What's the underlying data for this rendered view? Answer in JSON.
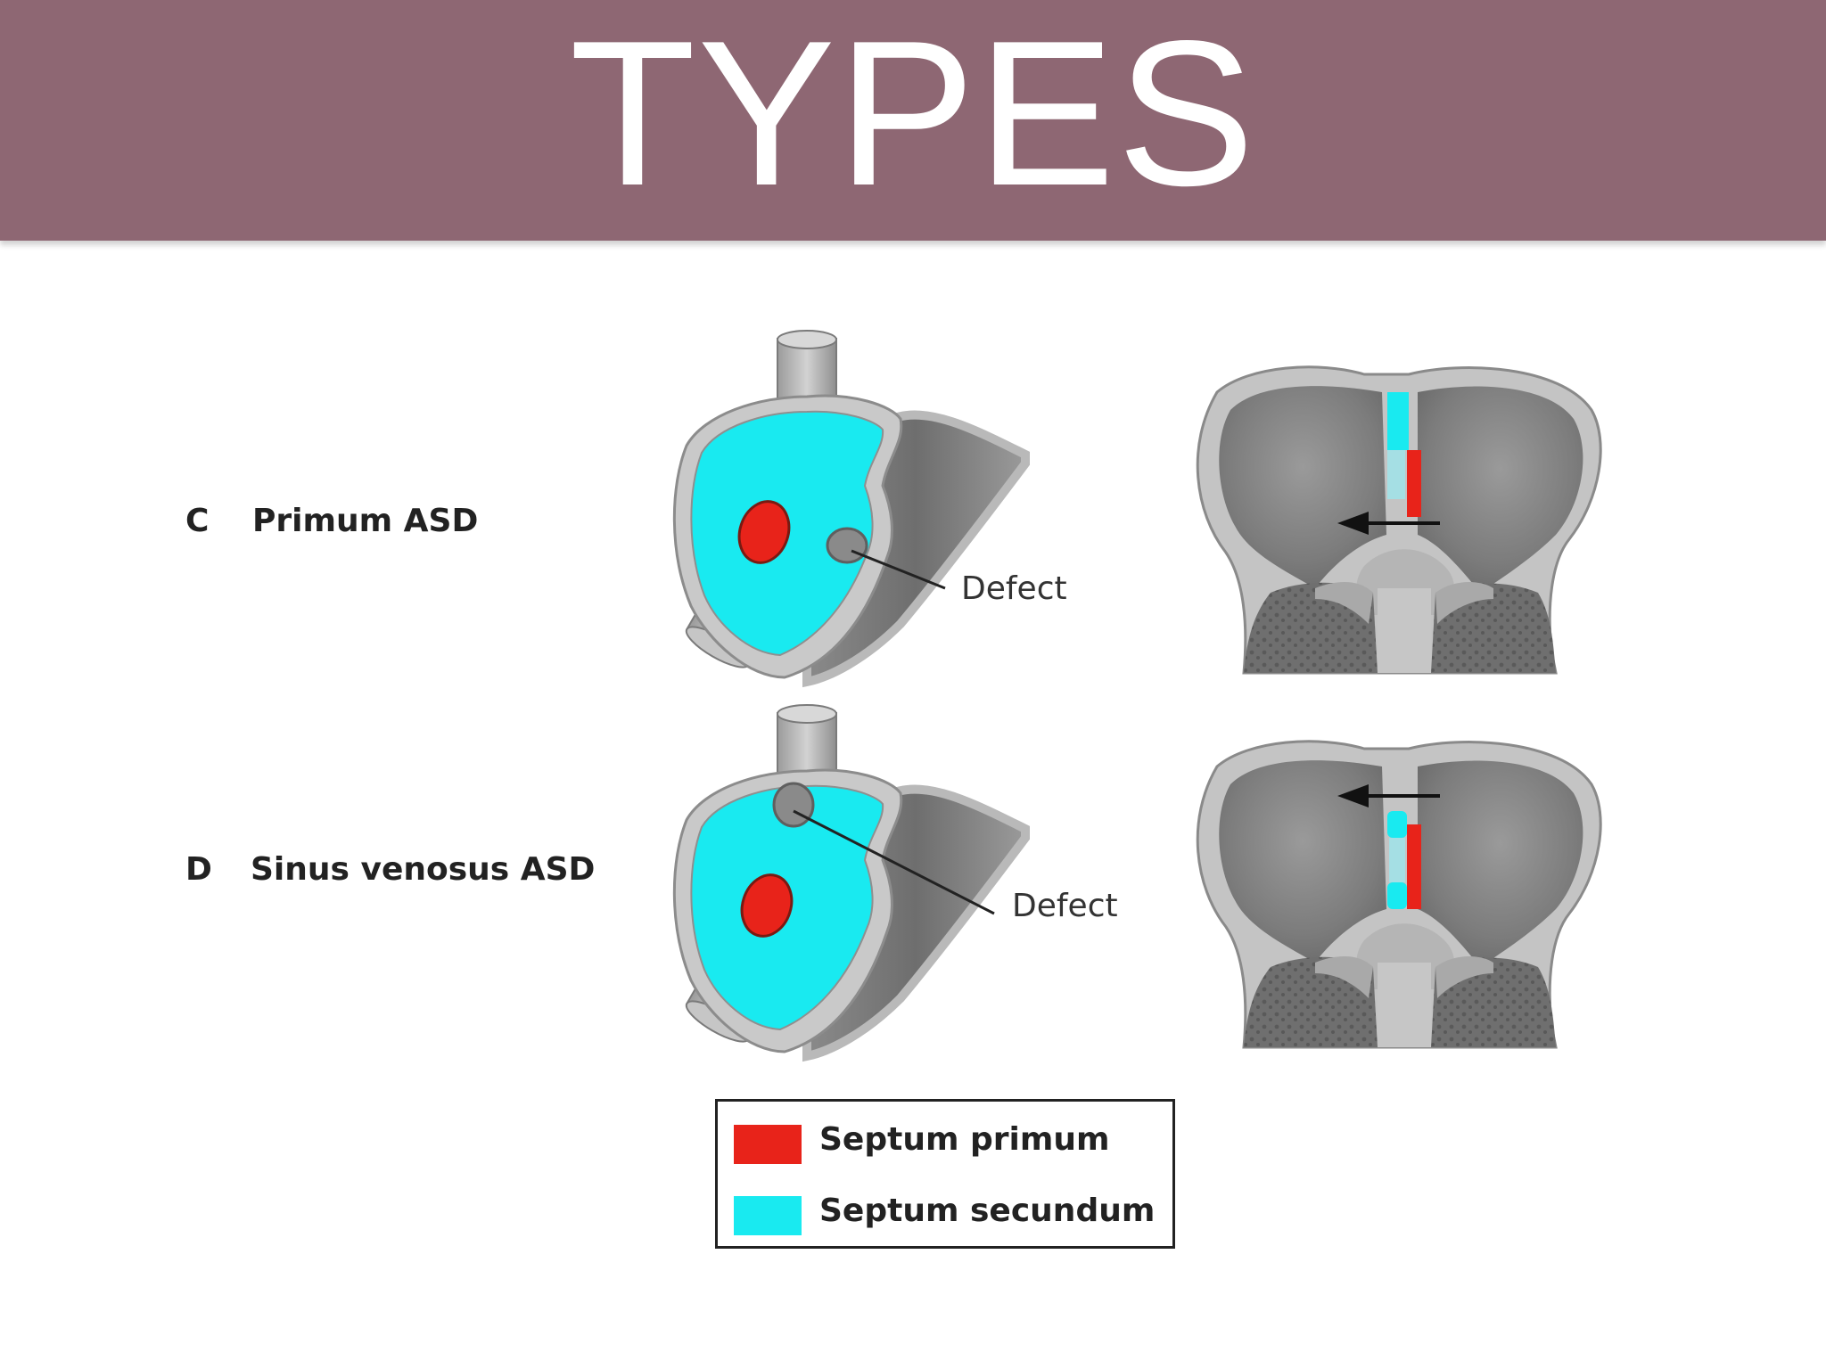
{
  "slide": {
    "title": "TYPES"
  },
  "rows": [
    {
      "letter": "C",
      "label": "Primum ASD",
      "defect_label": "Defect"
    },
    {
      "letter": "D",
      "label": "Sinus venosus ASD",
      "defect_label": "Defect"
    }
  ],
  "legend": {
    "items": [
      {
        "label": "Septum primum",
        "color": "#e8231a"
      },
      {
        "label": "Septum secundum",
        "color": "#19eaf0"
      }
    ]
  },
  "colors": {
    "title_bar": "#8e6773",
    "title_text": "#ffffff",
    "septum_primum": "#e8231a",
    "septum_secundum": "#19eaf0",
    "tissue_dark": "#7d7d7d",
    "tissue_light": "#c8c8c8"
  }
}
